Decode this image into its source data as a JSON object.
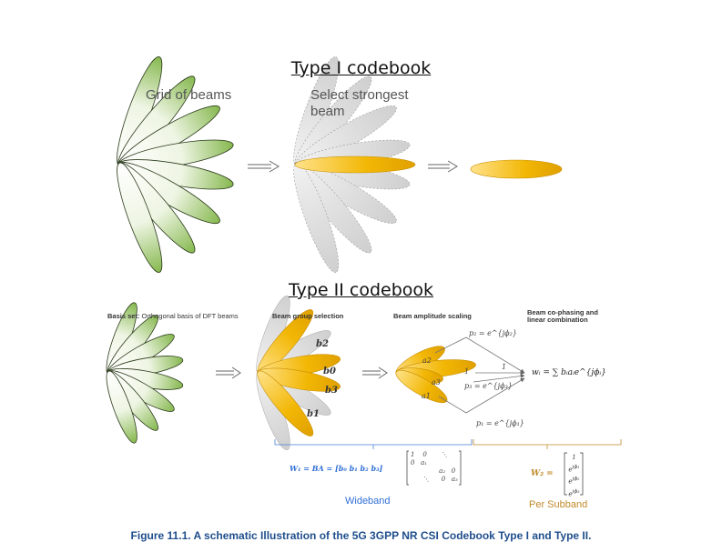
{
  "type1": {
    "title": "Type I codebook",
    "grid_label": "Grid of beams",
    "select_label_line1": "Select strongest",
    "select_label_line2": "beam"
  },
  "type2": {
    "title": "Type II codebook",
    "basis_label_bold": "Basis set:",
    "basis_label_rest": " Orthogonal basis of DFT beams",
    "group_label": "Beam group selection",
    "amp_label": "Beam amplitude scaling",
    "cophase_label_line1": "Beam co-phasing and",
    "cophase_label_line2": "linear combination",
    "beam_labels": [
      "b2",
      "b0",
      "b3",
      "b1"
    ],
    "amp_labels": [
      "a2",
      "a3",
      "a1"
    ],
    "amp_center": "1",
    "p2": "p₂ = e^{jϕ₂}",
    "p3": "p₃ = e^{jϕ₃}",
    "p1": "p₁ = e^{jϕ₁}",
    "one": "1",
    "w_eq": "wᵢ = ∑ bᵢaᵢe^{jϕᵢ}",
    "w1_eq": "W₁ = BA = [b₀ b₁ b₂ b₃]",
    "w2_eq": "W₂ =",
    "wideband": "Wideband",
    "per_subband": "Per Subband"
  },
  "caption": "Figure 11.1. A schematic Illustration of the 5G 3GPP NR CSI Codebook Type I and Type II.",
  "colors": {
    "green_fan": "#8fbf5a",
    "gold": "#f2b705",
    "grey_beam": "#d6d6d6",
    "caption_blue": "#1f4e8c",
    "wideband_blue": "#2f6fd6",
    "subband_orange": "#c08a2a"
  }
}
